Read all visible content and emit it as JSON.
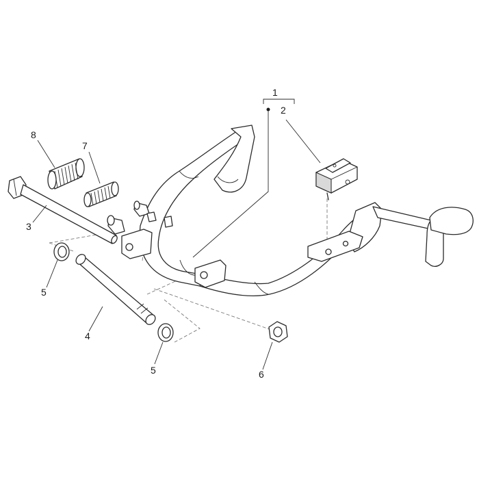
{
  "callouts": {
    "c1": "1",
    "c2": "2",
    "c3": "3",
    "c4": "4",
    "c5a": "5",
    "c5b": "5",
    "c6": "6",
    "c7": "7",
    "c8": "8"
  },
  "colors": {
    "line": "#2a2a2a",
    "dashed": "#7a7a7a",
    "background": "#ffffff"
  }
}
